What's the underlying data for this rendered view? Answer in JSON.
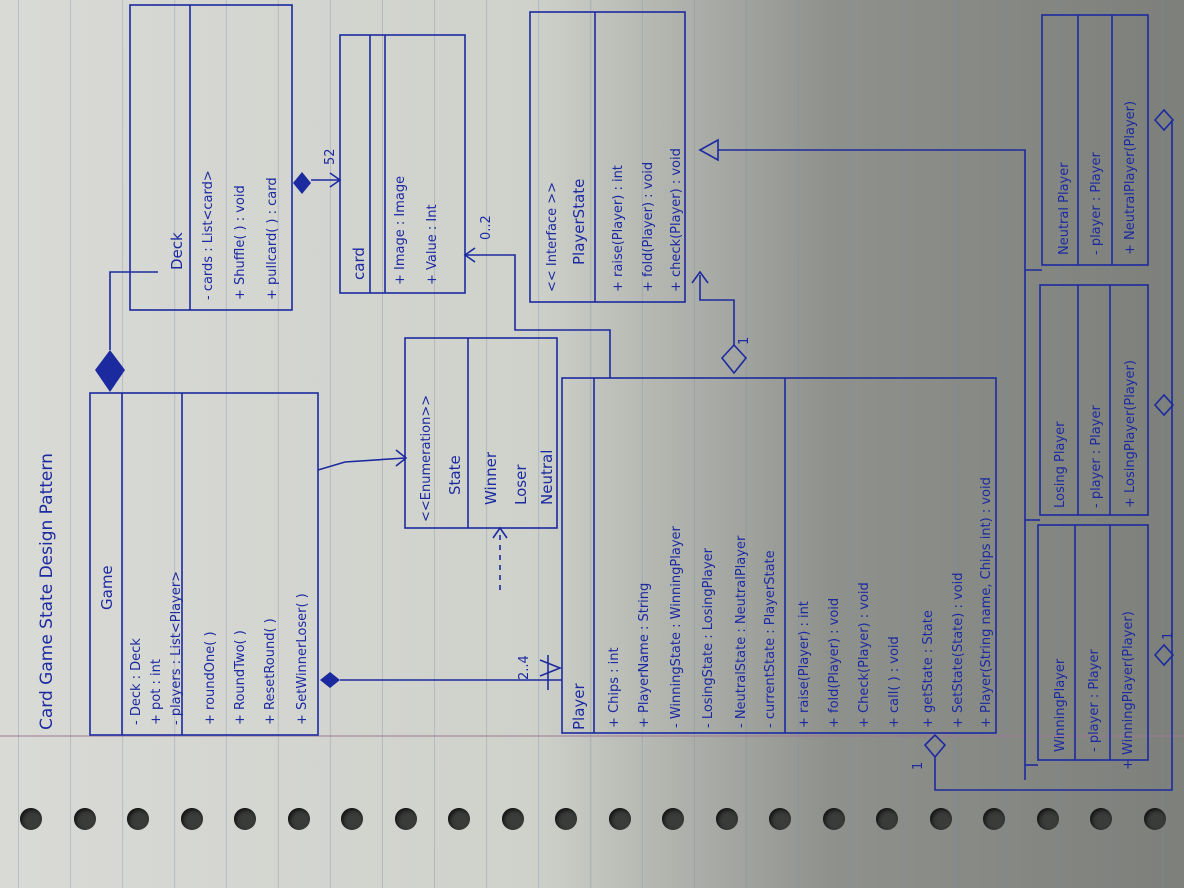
{
  "title": "Card Game State Design Pattern",
  "classes": {
    "game": {
      "name": "Game",
      "attrs": [
        "- Deck : Deck",
        "+ pot : int",
        "- players : List<Player>"
      ],
      "methods": [
        "+ roundOne( )",
        "+ RoundTwo( )",
        "+ ResetRound( )",
        "+ SetWinnerLoser( )"
      ]
    },
    "deck": {
      "name": "Deck",
      "attrs": [
        "- cards : List<card>"
      ],
      "methods": [
        "+ Shuffle( ) : void",
        "+ pullcard( ) : card"
      ]
    },
    "card": {
      "name": "card",
      "attrs": [
        "+ Image : Image",
        "+ Value : Int"
      ]
    },
    "playerstate": {
      "stereotype": "<< Interface >>",
      "name": "PlayerState",
      "methods": [
        "+ raise(Player) : int",
        "+ fold(Player) : void",
        "+ check(Player) : void"
      ]
    },
    "state": {
      "stereotype": "<<Enumeration>>",
      "name": "State",
      "values": [
        "Winner",
        "Loser",
        "Neutral"
      ]
    },
    "player": {
      "name": "Player",
      "attrs": [
        "+ Chips : int",
        "+ PlayerName : String",
        "- WinningState : WinningPlayer",
        "- LosingState : LosingPlayer",
        "- NeutralState : NeutralPlayer",
        "- currentState : PlayerState"
      ],
      "methods": [
        "+ raise(Player) : int",
        "+ fold(Player) : void",
        "+ Check(Player) : void",
        "+ call( ) : void",
        "+ getState : State",
        "+ SetState(State) : void",
        "+ Player(String name, Chips int) : void"
      ]
    },
    "winning": {
      "name": "WinningPlayer",
      "attrs": [
        "- player : Player"
      ],
      "methods": [
        "+ WinningPlayer(Player)"
      ]
    },
    "losing": {
      "name": "Losing Player",
      "attrs": [
        "- player : Player"
      ],
      "methods": [
        "+ LosingPlayer(Player)"
      ]
    },
    "neutral": {
      "name": "Neutral Player",
      "attrs": [
        "- player : Player"
      ],
      "methods": [
        "+ NeutralPlayer(Player)"
      ]
    }
  },
  "multiplicities": {
    "deck_card": "52",
    "card_player": "0..2",
    "game_player": "2..4",
    "one_a": "1",
    "one_b": "1",
    "one_c": "1"
  },
  "colors": {
    "ink": "#1c2aa0",
    "paper": "#d2d3cf"
  }
}
